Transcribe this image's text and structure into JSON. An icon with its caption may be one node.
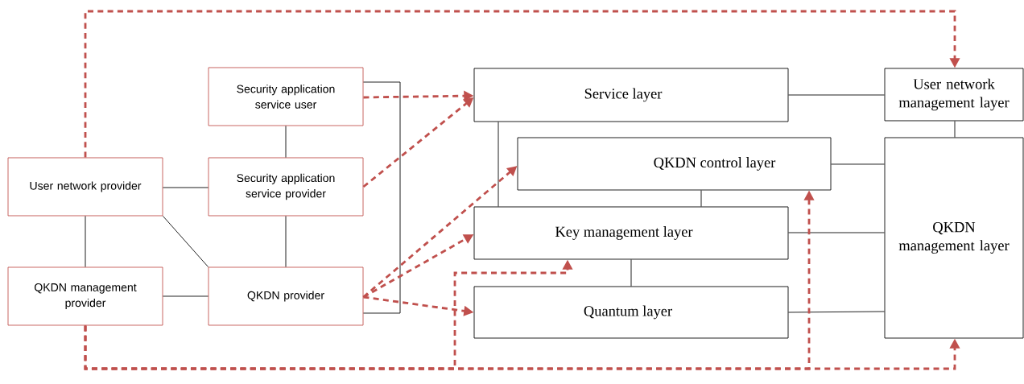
{
  "diagram": {
    "nodes": [
      {
        "text": [
          "Security application service user"
        ]
      },
      {
        "text": [
          "User network provider"
        ]
      },
      {
        "text": [
          "Security application service provider"
        ]
      },
      {
        "text": [
          "QKDN management provider"
        ]
      },
      {
        "text": [
          "QKDN provider"
        ]
      },
      {
        "text": [
          "Service layer"
        ]
      },
      {
        "text": [
          "User network management layer"
        ]
      },
      {
        "text": [
          "QKDN control layer"
        ]
      },
      {
        "text": [
          "QKDN management layer"
        ]
      },
      {
        "text": [
          "Key management layer"
        ]
      },
      {
        "text": [
          "Quantum layer"
        ]
      }
    ],
    "edges": [
      {
        "from": 0,
        "to": 2,
        "arrow": "none"
      },
      {
        "from": 1,
        "to": 2,
        "arrow": "none"
      },
      {
        "from": 1,
        "to": 3,
        "arrow": "none"
      },
      {
        "from": 1,
        "to": 4,
        "arrow": "none"
      },
      {
        "from": 2,
        "to": 4,
        "arrow": "none"
      },
      {
        "from": 3,
        "to": 4,
        "arrow": "none"
      },
      {
        "from": 0,
        "to": 4,
        "arrow": "none"
      },
      {
        "from": 5,
        "to": 9,
        "arrow": "none"
      },
      {
        "from": 7,
        "to": 9,
        "arrow": "none"
      },
      {
        "from": 9,
        "to": 10,
        "arrow": "none"
      },
      {
        "from": 5,
        "to": 6,
        "arrow": "none"
      },
      {
        "from": 6,
        "to": 8,
        "arrow": "none"
      },
      {
        "from": 7,
        "to": 8,
        "arrow": "none"
      },
      {
        "from": 9,
        "to": 8,
        "arrow": "none"
      },
      {
        "from": 10,
        "to": 8,
        "arrow": "none"
      },
      {
        "from": 0,
        "to": 5,
        "arrow": "to",
        "style": "dashed",
        "color": "#c0504d"
      },
      {
        "from": 2,
        "to": 5,
        "arrow": "to",
        "style": "dashed",
        "color": "#c0504d"
      },
      {
        "from": 4,
        "to": 7,
        "arrow": "to",
        "style": "dashed",
        "color": "#c0504d"
      },
      {
        "from": 4,
        "to": 9,
        "arrow": "to",
        "style": "dashed",
        "color": "#c0504d"
      },
      {
        "from": 4,
        "to": 10,
        "arrow": "to",
        "style": "dashed",
        "color": "#c0504d"
      },
      {
        "from": 1,
        "to": 6,
        "arrow": "to",
        "style": "dashed",
        "color": "#c0504d"
      },
      {
        "from": 3,
        "to": 8,
        "arrow": "to",
        "style": "dashed",
        "color": "#c0504d"
      },
      {
        "from": 3,
        "to": 9,
        "arrow": "to",
        "style": "dashed",
        "color": "#c0504d"
      },
      {
        "from": 3,
        "to": 7,
        "arrow": "to",
        "style": "dashed",
        "color": "#c0504d"
      }
    ]
  }
}
